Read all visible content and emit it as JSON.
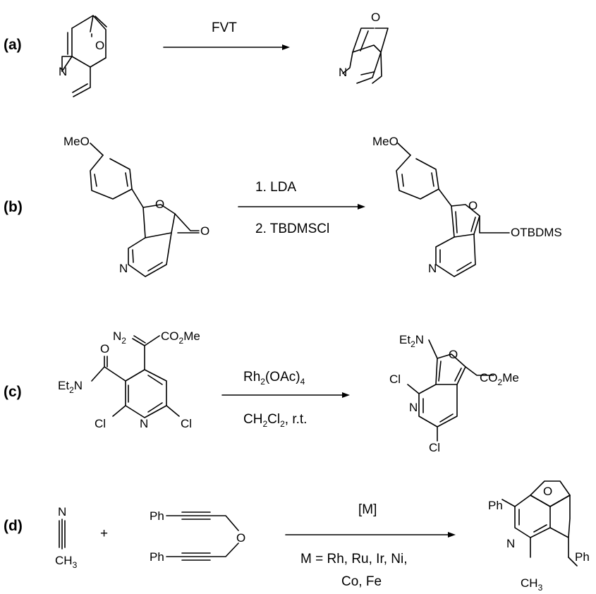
{
  "panels": [
    {
      "label": "(a)",
      "conditions_top": "FVT",
      "conditions_bottom": ""
    },
    {
      "label": "(b)",
      "conditions_top": "1. LDA",
      "conditions_bottom": "2. TBDMSCl"
    },
    {
      "label": "(c)",
      "conditions_top": "Rh2(OAc)4",
      "conditions_bottom": "CH2Cl2, r.t."
    },
    {
      "label": "(d)",
      "conditions_top": "[M]",
      "conditions_bottom": "M = Rh, Ru, Ir, Ni,",
      "conditions_bottom_2": "Co, Fe"
    }
  ],
  "atoms": {
    "O": "O",
    "N": "N",
    "MeO": "MeO",
    "OTBDMS": "OTBDMS",
    "Cl": "Cl",
    "Ph": "Ph",
    "Et": "Et",
    "Me": "Me",
    "CO": "CO",
    "CH": "CH",
    "sub2": "2",
    "sub3": "3",
    "plus": "+"
  }
}
